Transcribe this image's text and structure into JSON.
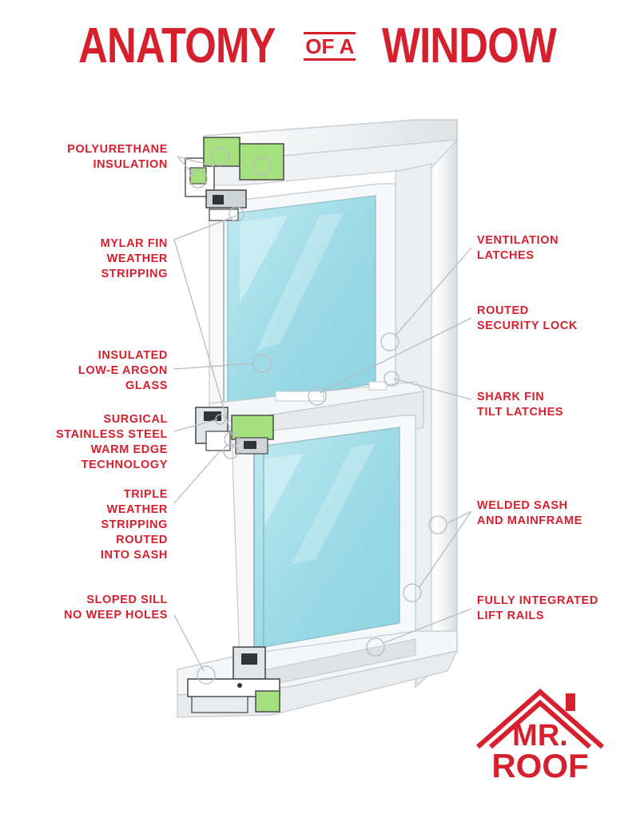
{
  "title": {
    "part1": "ANATOMY",
    "part2": "OF A",
    "part3": "WINDOW"
  },
  "labels_left": [
    [
      "POLYURETHANE",
      "INSULATION"
    ],
    [
      "MYLAR FIN",
      "WEATHER",
      "STRIPPING"
    ],
    [
      "INSULATED",
      "LOW-E ARGON",
      "GLASS"
    ],
    [
      "SURGICAL",
      "STAINLESS STEEL",
      "WARM EDGE",
      "TECHNOLOGY"
    ],
    [
      "TRIPLE",
      "WEATHER",
      "STRIPPING",
      "ROUTED",
      "INTO SASH"
    ],
    [
      "SLOPED SILL",
      "NO WEEP HOLES"
    ]
  ],
  "labels_right": [
    [
      "VENTILATION",
      "LATCHES"
    ],
    [
      "ROUTED",
      "SECURITY LOCK"
    ],
    [
      "SHARK FIN",
      "TILT LATCHES"
    ],
    [
      "WELDED SASH",
      "AND MAINFRAME"
    ],
    [
      "FULLY INTEGRATED",
      "LIFT RAILS"
    ]
  ],
  "logo": {
    "line1": "MR.",
    "line2": "ROOF"
  },
  "colors": {
    "brand_red": "#d6202e",
    "glass": "#9fdbe6",
    "insulation": "#9ee07a",
    "frame": "#f2f4f5"
  }
}
